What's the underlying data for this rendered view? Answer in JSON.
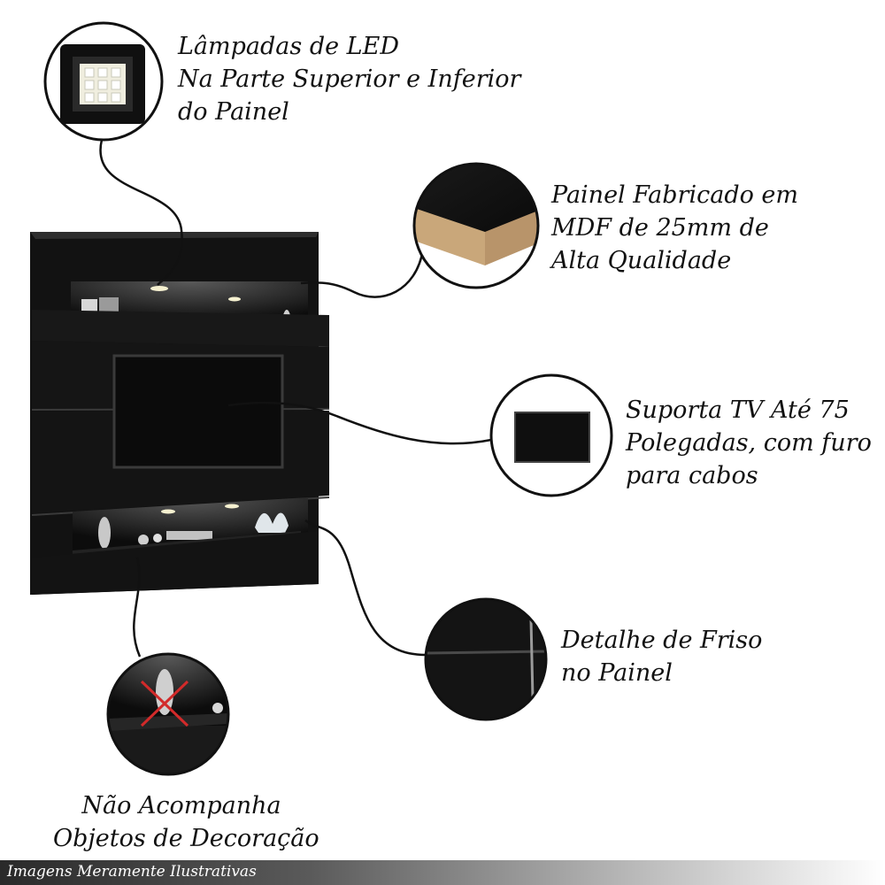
{
  "callouts": {
    "led": {
      "lines": [
        "Lâmpadas de LED",
        "Na Parte Superior e Inferior",
        "do Painel"
      ]
    },
    "mdf": {
      "lines": [
        "Painel Fabricado em",
        "MDF de 25mm de",
        "Alta Qualidade"
      ]
    },
    "tv": {
      "lines": [
        "Suporta TV Até 75",
        "Polegadas, com furo",
        "para cabos"
      ]
    },
    "friso": {
      "lines": [
        "Detalhe de Friso",
        "no Painel"
      ]
    },
    "decor": {
      "lines": [
        "Não Acompanha",
        "Objetos de Decoração"
      ]
    }
  },
  "footer": {
    "note": "Imagens Meramente Ilustrativas"
  },
  "colors": {
    "panel": "#161616",
    "panel_edge": "#2c2c2c",
    "mdf_core": "#c9a77a",
    "footer_dark": "#2a2a2a"
  }
}
